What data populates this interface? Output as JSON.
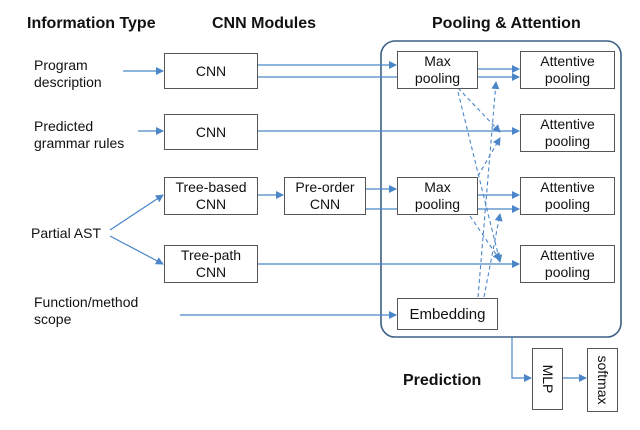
{
  "headers": {
    "information_type": "Information Type",
    "cnn_modules": "CNN Modules",
    "pooling_attention": "Pooling & Attention",
    "prediction": "Prediction"
  },
  "inputs": {
    "program_description": [
      "Program",
      "description"
    ],
    "predicted_grammar_rules": [
      "Predicted",
      "grammar rules"
    ],
    "partial_ast": "Partial AST",
    "function_method_scope": [
      "Function/method",
      "scope"
    ]
  },
  "modules": {
    "cnn_1": "CNN",
    "cnn_2": "CNN",
    "tree_based_cnn": [
      "Tree-based",
      "CNN"
    ],
    "pre_order_cnn": [
      "Pre-order",
      "CNN"
    ],
    "tree_path_cnn": [
      "Tree-path",
      "CNN"
    ]
  },
  "pooling": {
    "max_pooling_1": [
      "Max",
      "pooling"
    ],
    "max_pooling_2": [
      "Max",
      "pooling"
    ],
    "embedding": "Embedding",
    "attentive_pooling_1": [
      "Attentive",
      "pooling"
    ],
    "attentive_pooling_2": [
      "Attentive",
      "pooling"
    ],
    "attentive_pooling_3": [
      "Attentive",
      "pooling"
    ],
    "attentive_pooling_4": [
      "Attentive",
      "pooling"
    ]
  },
  "prediction": {
    "mlp": "MLP",
    "softmax": "softmax"
  },
  "colors": {
    "arrow": "#4a86c8",
    "box_border": "#555555",
    "group_border": "#3b5f85",
    "text": "#111111"
  }
}
